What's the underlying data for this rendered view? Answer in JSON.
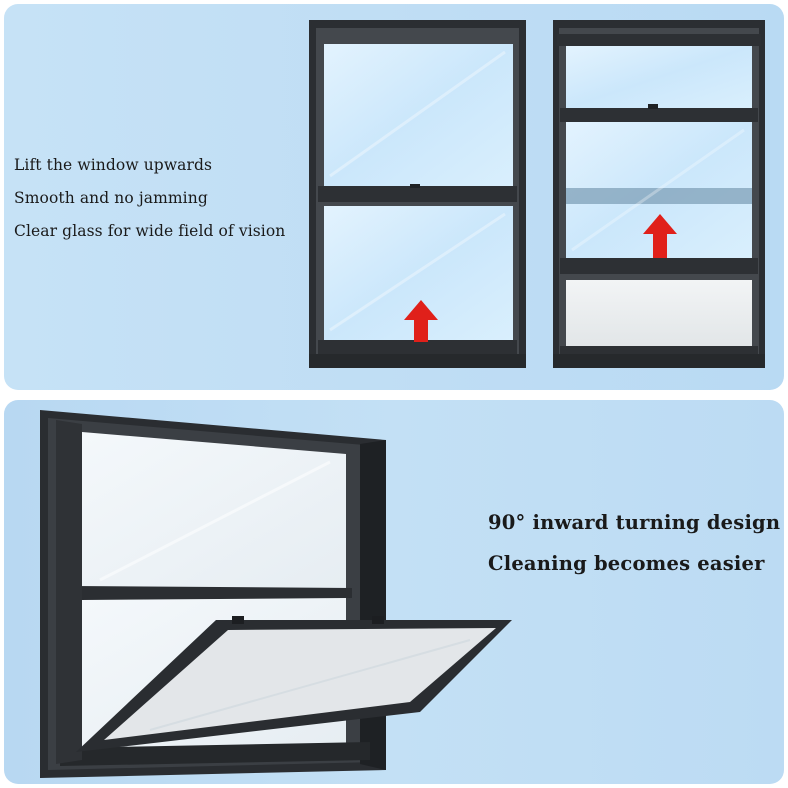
{
  "top_panel": {
    "features": [
      "Lift the window upwards",
      "Smooth and no jamming",
      "Clear glass for wide field of vision"
    ]
  },
  "bottom_panel": {
    "features": [
      "90° inward turning design",
      "Cleaning becomes easier"
    ]
  },
  "colors": {
    "frame": "#2c2f33",
    "arrow": "#e0201a",
    "glass": "#cfe9fb"
  }
}
